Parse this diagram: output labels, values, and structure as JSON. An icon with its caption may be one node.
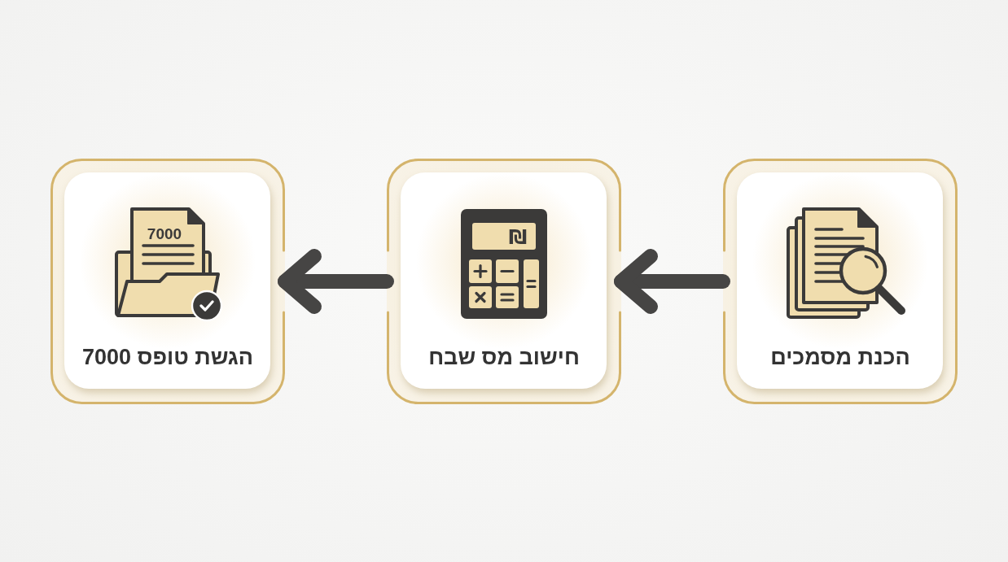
{
  "diagram": {
    "nodes": [
      {
        "text": [
          "הכנת מסמכים"
        ]
      },
      {
        "text": [
          "חישוב מס שבח"
        ]
      },
      {
        "text": [
          "הגשת טופס 7000"
        ]
      }
    ],
    "edges": [
      {
        "from": 0,
        "to": 1,
        "arrow": "to"
      },
      {
        "from": 1,
        "to": 2,
        "arrow": "to"
      }
    ],
    "labels": [
      "₪",
      "7000"
    ]
  }
}
